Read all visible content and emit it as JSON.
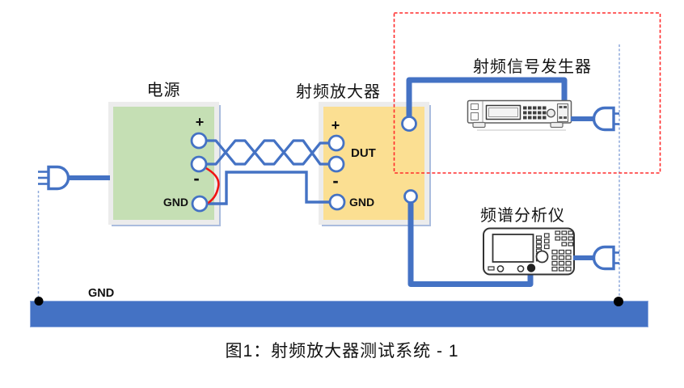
{
  "figure": {
    "caption": "图1：射频放大器测试系统 - 1"
  },
  "power_supply": {
    "label": "电源",
    "terminal_plus": "+",
    "terminal_minus": "-",
    "terminal_gnd": "GND"
  },
  "rf_amplifier": {
    "label": "射频放大器",
    "terminal_plus": "+",
    "terminal_minus": "-",
    "port_dut": "DUT",
    "terminal_gnd": "GND"
  },
  "signal_generator": {
    "label": "射频信号发生器"
  },
  "spectrum_analyzer": {
    "label": "频谱分析仪"
  },
  "ground_bus": {
    "label": "GND"
  },
  "colors": {
    "wire_blue": "#4472C4",
    "box_green": "#C5DFB4",
    "box_yellow": "#FBDF92",
    "highlight_dashed_red": "#FF2B2B",
    "jumper_red": "#F01414",
    "ground_bar_blue": "#4472C4",
    "mains_dashed_blue": "#8EA9DB"
  }
}
